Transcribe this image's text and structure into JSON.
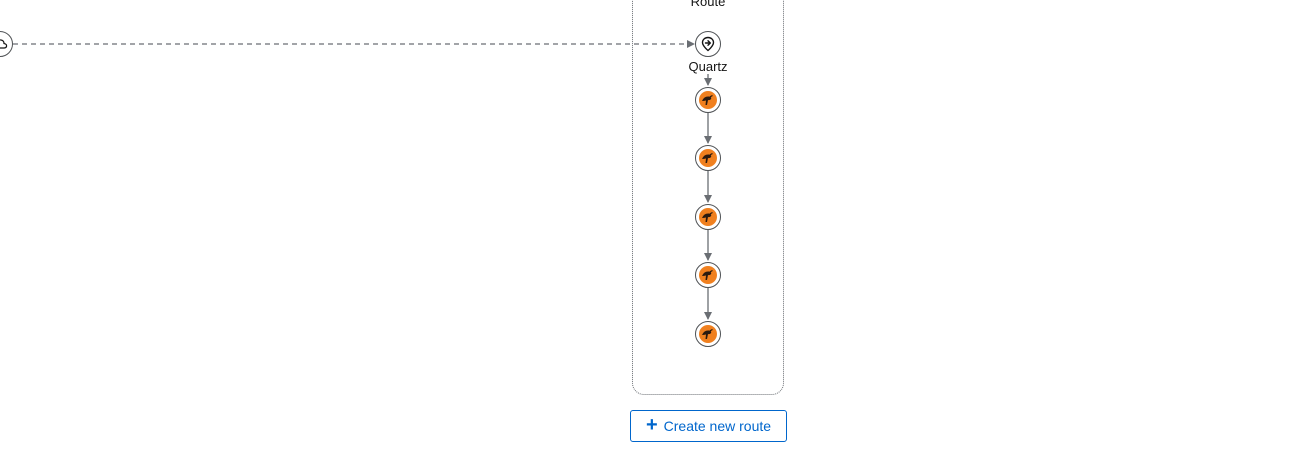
{
  "route": {
    "title": "Route",
    "source_label": "Quartz",
    "steps": [
      {
        "icon": "camel-icon"
      },
      {
        "icon": "camel-icon"
      },
      {
        "icon": "camel-icon"
      },
      {
        "icon": "camel-icon"
      },
      {
        "icon": "camel-icon"
      }
    ]
  },
  "external_node": {
    "icon": "cloud-icon"
  },
  "actions": {
    "create_route_label": "Create new route"
  },
  "colors": {
    "accent": "#0066cc",
    "edge": "#6a6e73",
    "camel_orange": "#f0801f",
    "text": "#151515"
  }
}
